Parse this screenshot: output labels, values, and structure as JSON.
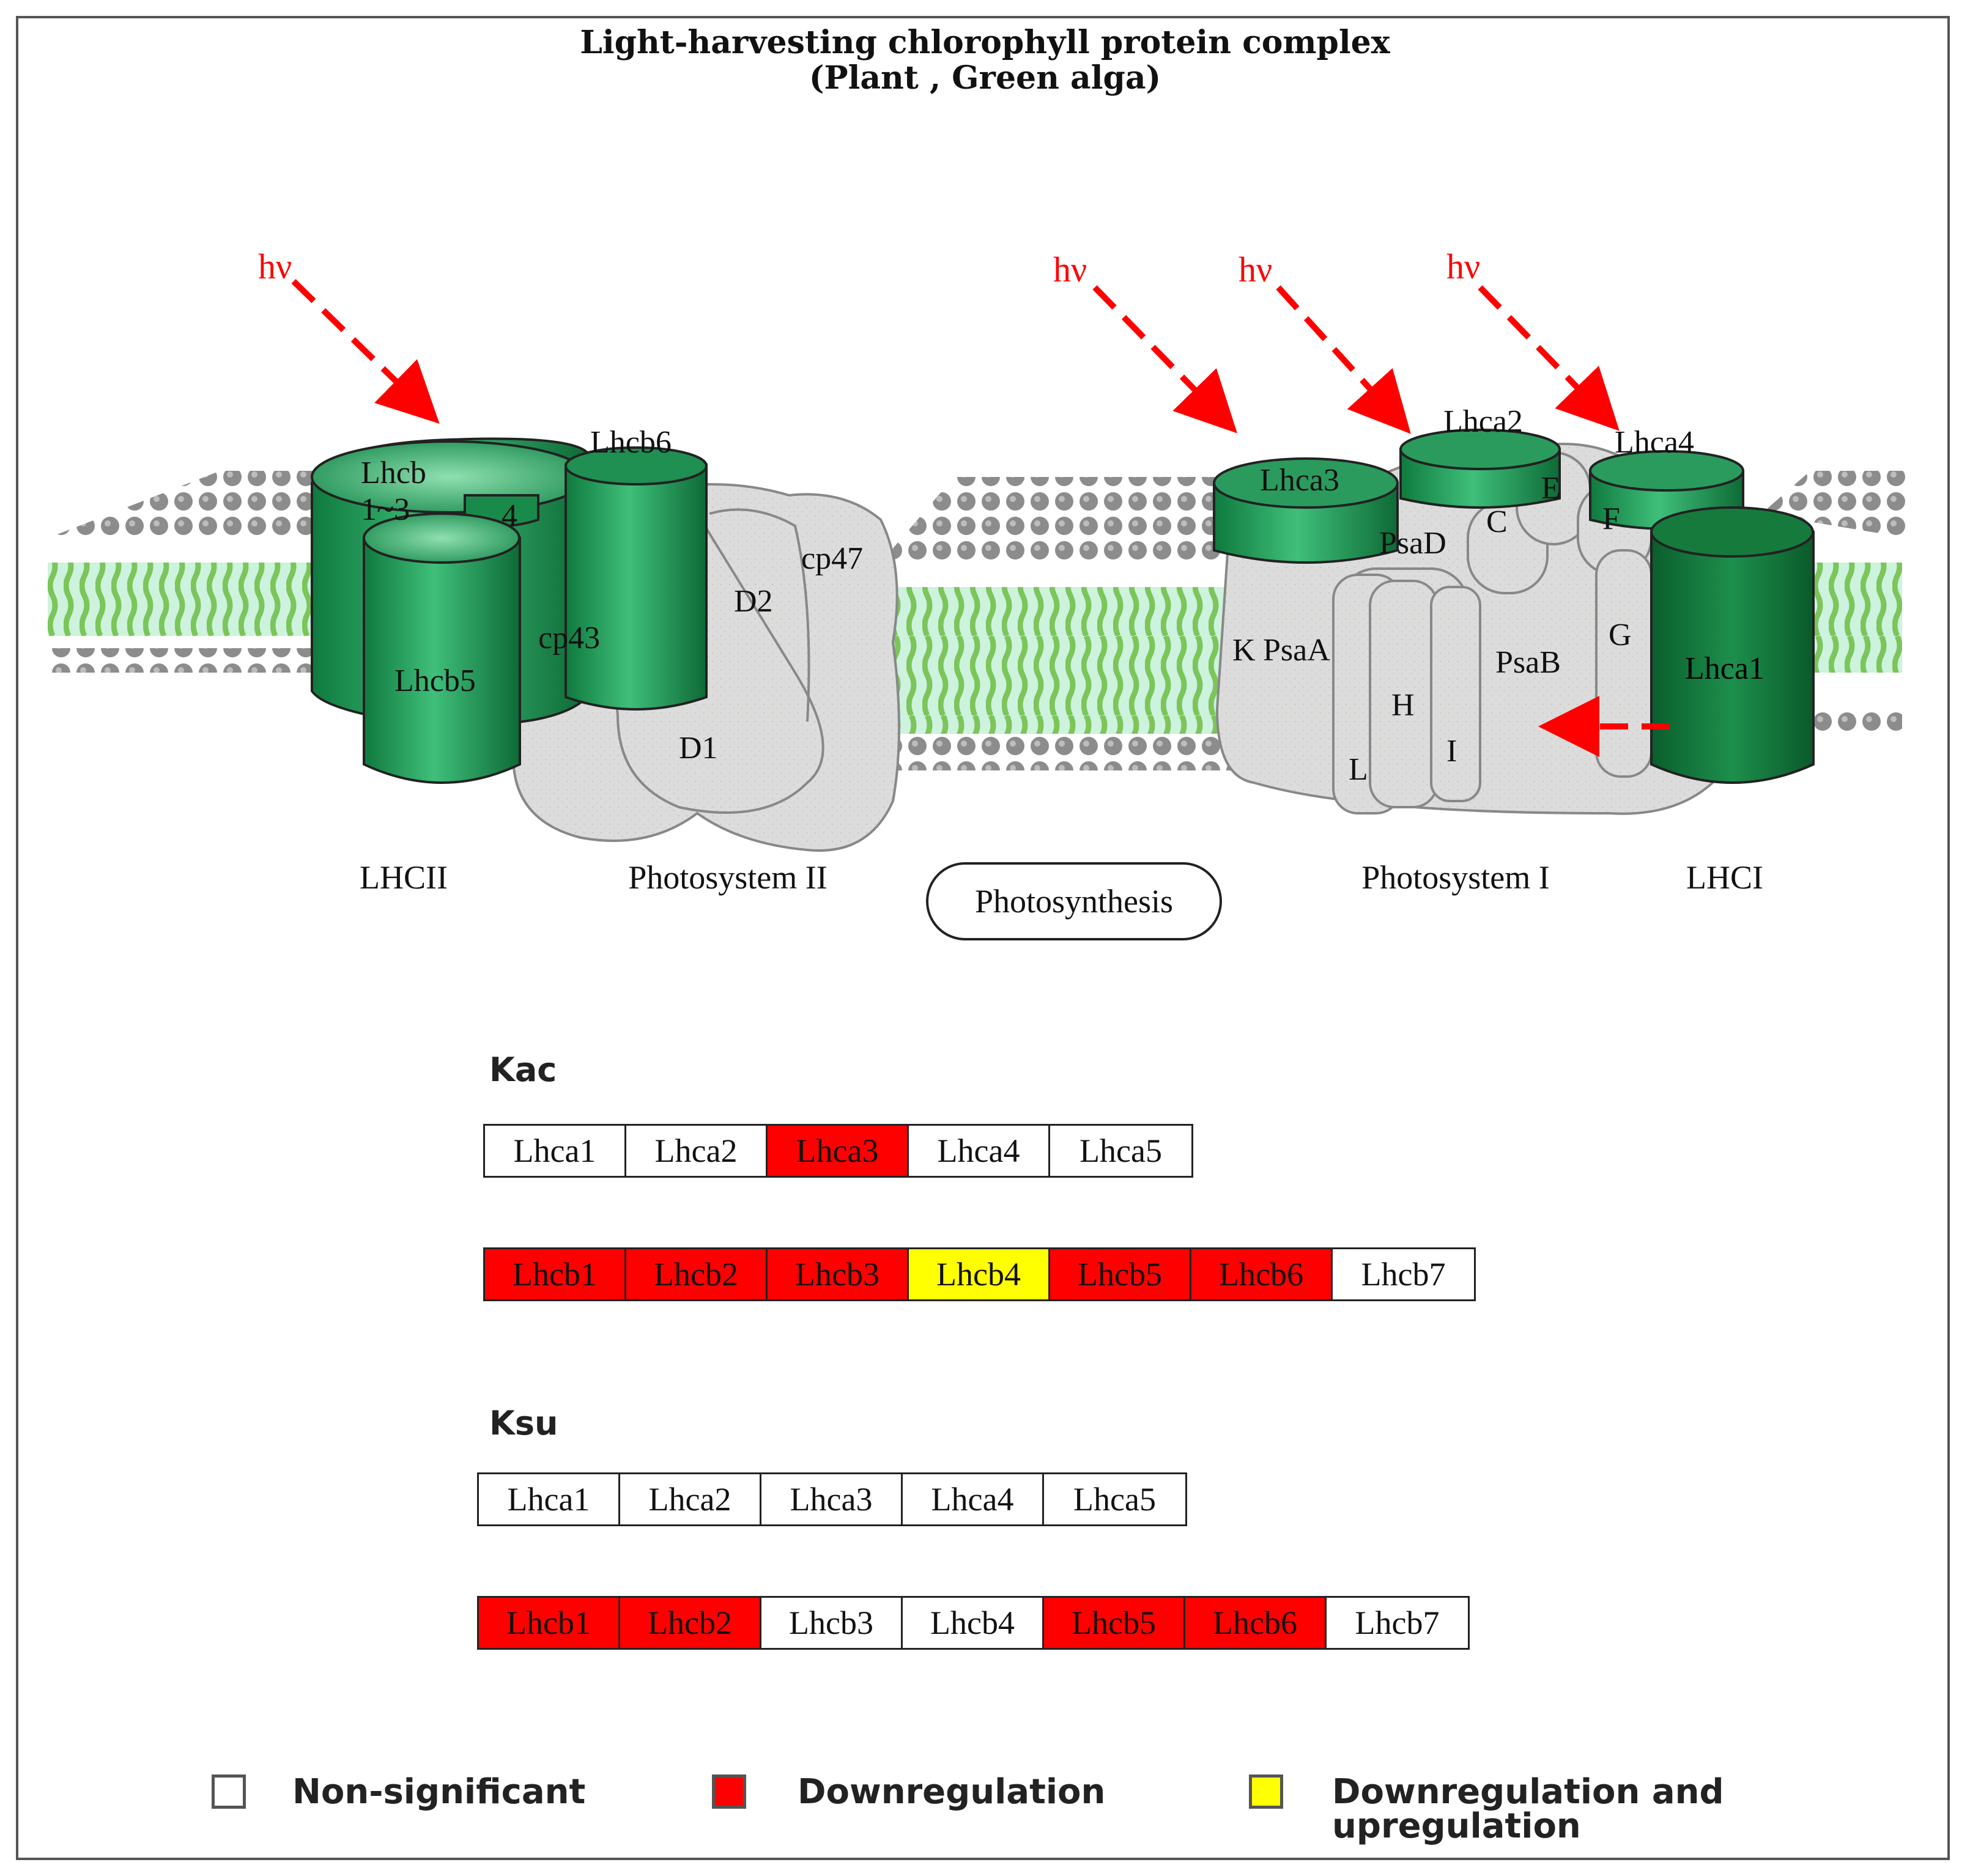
{
  "title": {
    "line1": "Light-harvesting chlorophyll protein complex",
    "line2": "(Plant , Green alga)"
  },
  "diagram": {
    "light_label": "hν",
    "protein_labels": {
      "lhcb_1_3": [
        "Lhcb",
        "1~3"
      ],
      "lhcb4": "4",
      "lhcb5": "Lhcb5",
      "lhcb6": "Lhcb6",
      "cp43": "cp43",
      "cp47": "cp47",
      "d1": "D1",
      "d2": "D2",
      "lhca1": "Lhca1",
      "lhca2": "Lhca2",
      "lhca3": "Lhca3",
      "lhca4": "Lhca4",
      "psaA": "PsaA",
      "psaB": "PsaB",
      "psaD": "PsaD",
      "c": "C",
      "e": "E",
      "f": "F",
      "g": "G",
      "h": "H",
      "i": "I",
      "k": "K",
      "l": "L"
    },
    "complex_labels": {
      "lhcii": "LHCII",
      "psii": "Photosystem II",
      "psi": "Photosystem I",
      "lhci": "LHCI"
    },
    "pathway_link": "Photosynthesis",
    "colors": {
      "arrow": "#ff0000",
      "protein_grey": "#d9d9d9",
      "membrane_green": "#88cc66",
      "lipid_head": "#8a8a8a",
      "cylinder_green": "#1f9a55"
    }
  },
  "groups": [
    {
      "label": "Kac",
      "lhca": [
        {
          "name": "Lhca1",
          "status": "none"
        },
        {
          "name": "Lhca2",
          "status": "none"
        },
        {
          "name": "Lhca3",
          "status": "down"
        },
        {
          "name": "Lhca4",
          "status": "none"
        },
        {
          "name": "Lhca5",
          "status": "none"
        }
      ],
      "lhcb": [
        {
          "name": "Lhcb1",
          "status": "down"
        },
        {
          "name": "Lhcb2",
          "status": "down"
        },
        {
          "name": "Lhcb3",
          "status": "down"
        },
        {
          "name": "Lhcb4",
          "status": "both"
        },
        {
          "name": "Lhcb5",
          "status": "down"
        },
        {
          "name": "Lhcb6",
          "status": "down"
        },
        {
          "name": "Lhcb7",
          "status": "none"
        }
      ]
    },
    {
      "label": "Ksu",
      "lhca": [
        {
          "name": "Lhca1",
          "status": "none"
        },
        {
          "name": "Lhca2",
          "status": "none"
        },
        {
          "name": "Lhca3",
          "status": "none"
        },
        {
          "name": "Lhca4",
          "status": "none"
        },
        {
          "name": "Lhca5",
          "status": "none"
        }
      ],
      "lhcb": [
        {
          "name": "Lhcb1",
          "status": "down"
        },
        {
          "name": "Lhcb2",
          "status": "down"
        },
        {
          "name": "Lhcb3",
          "status": "none"
        },
        {
          "name": "Lhcb4",
          "status": "none"
        },
        {
          "name": "Lhcb5",
          "status": "down"
        },
        {
          "name": "Lhcb6",
          "status": "down"
        },
        {
          "name": "Lhcb7",
          "status": "none"
        }
      ]
    }
  ],
  "legend": [
    {
      "label": "Non-significant",
      "color": "#ffffff"
    },
    {
      "label": "Downregulation",
      "color": "#ff0000"
    },
    {
      "label": "Downregulation and upregulation",
      "color": "#ffff00"
    }
  ]
}
